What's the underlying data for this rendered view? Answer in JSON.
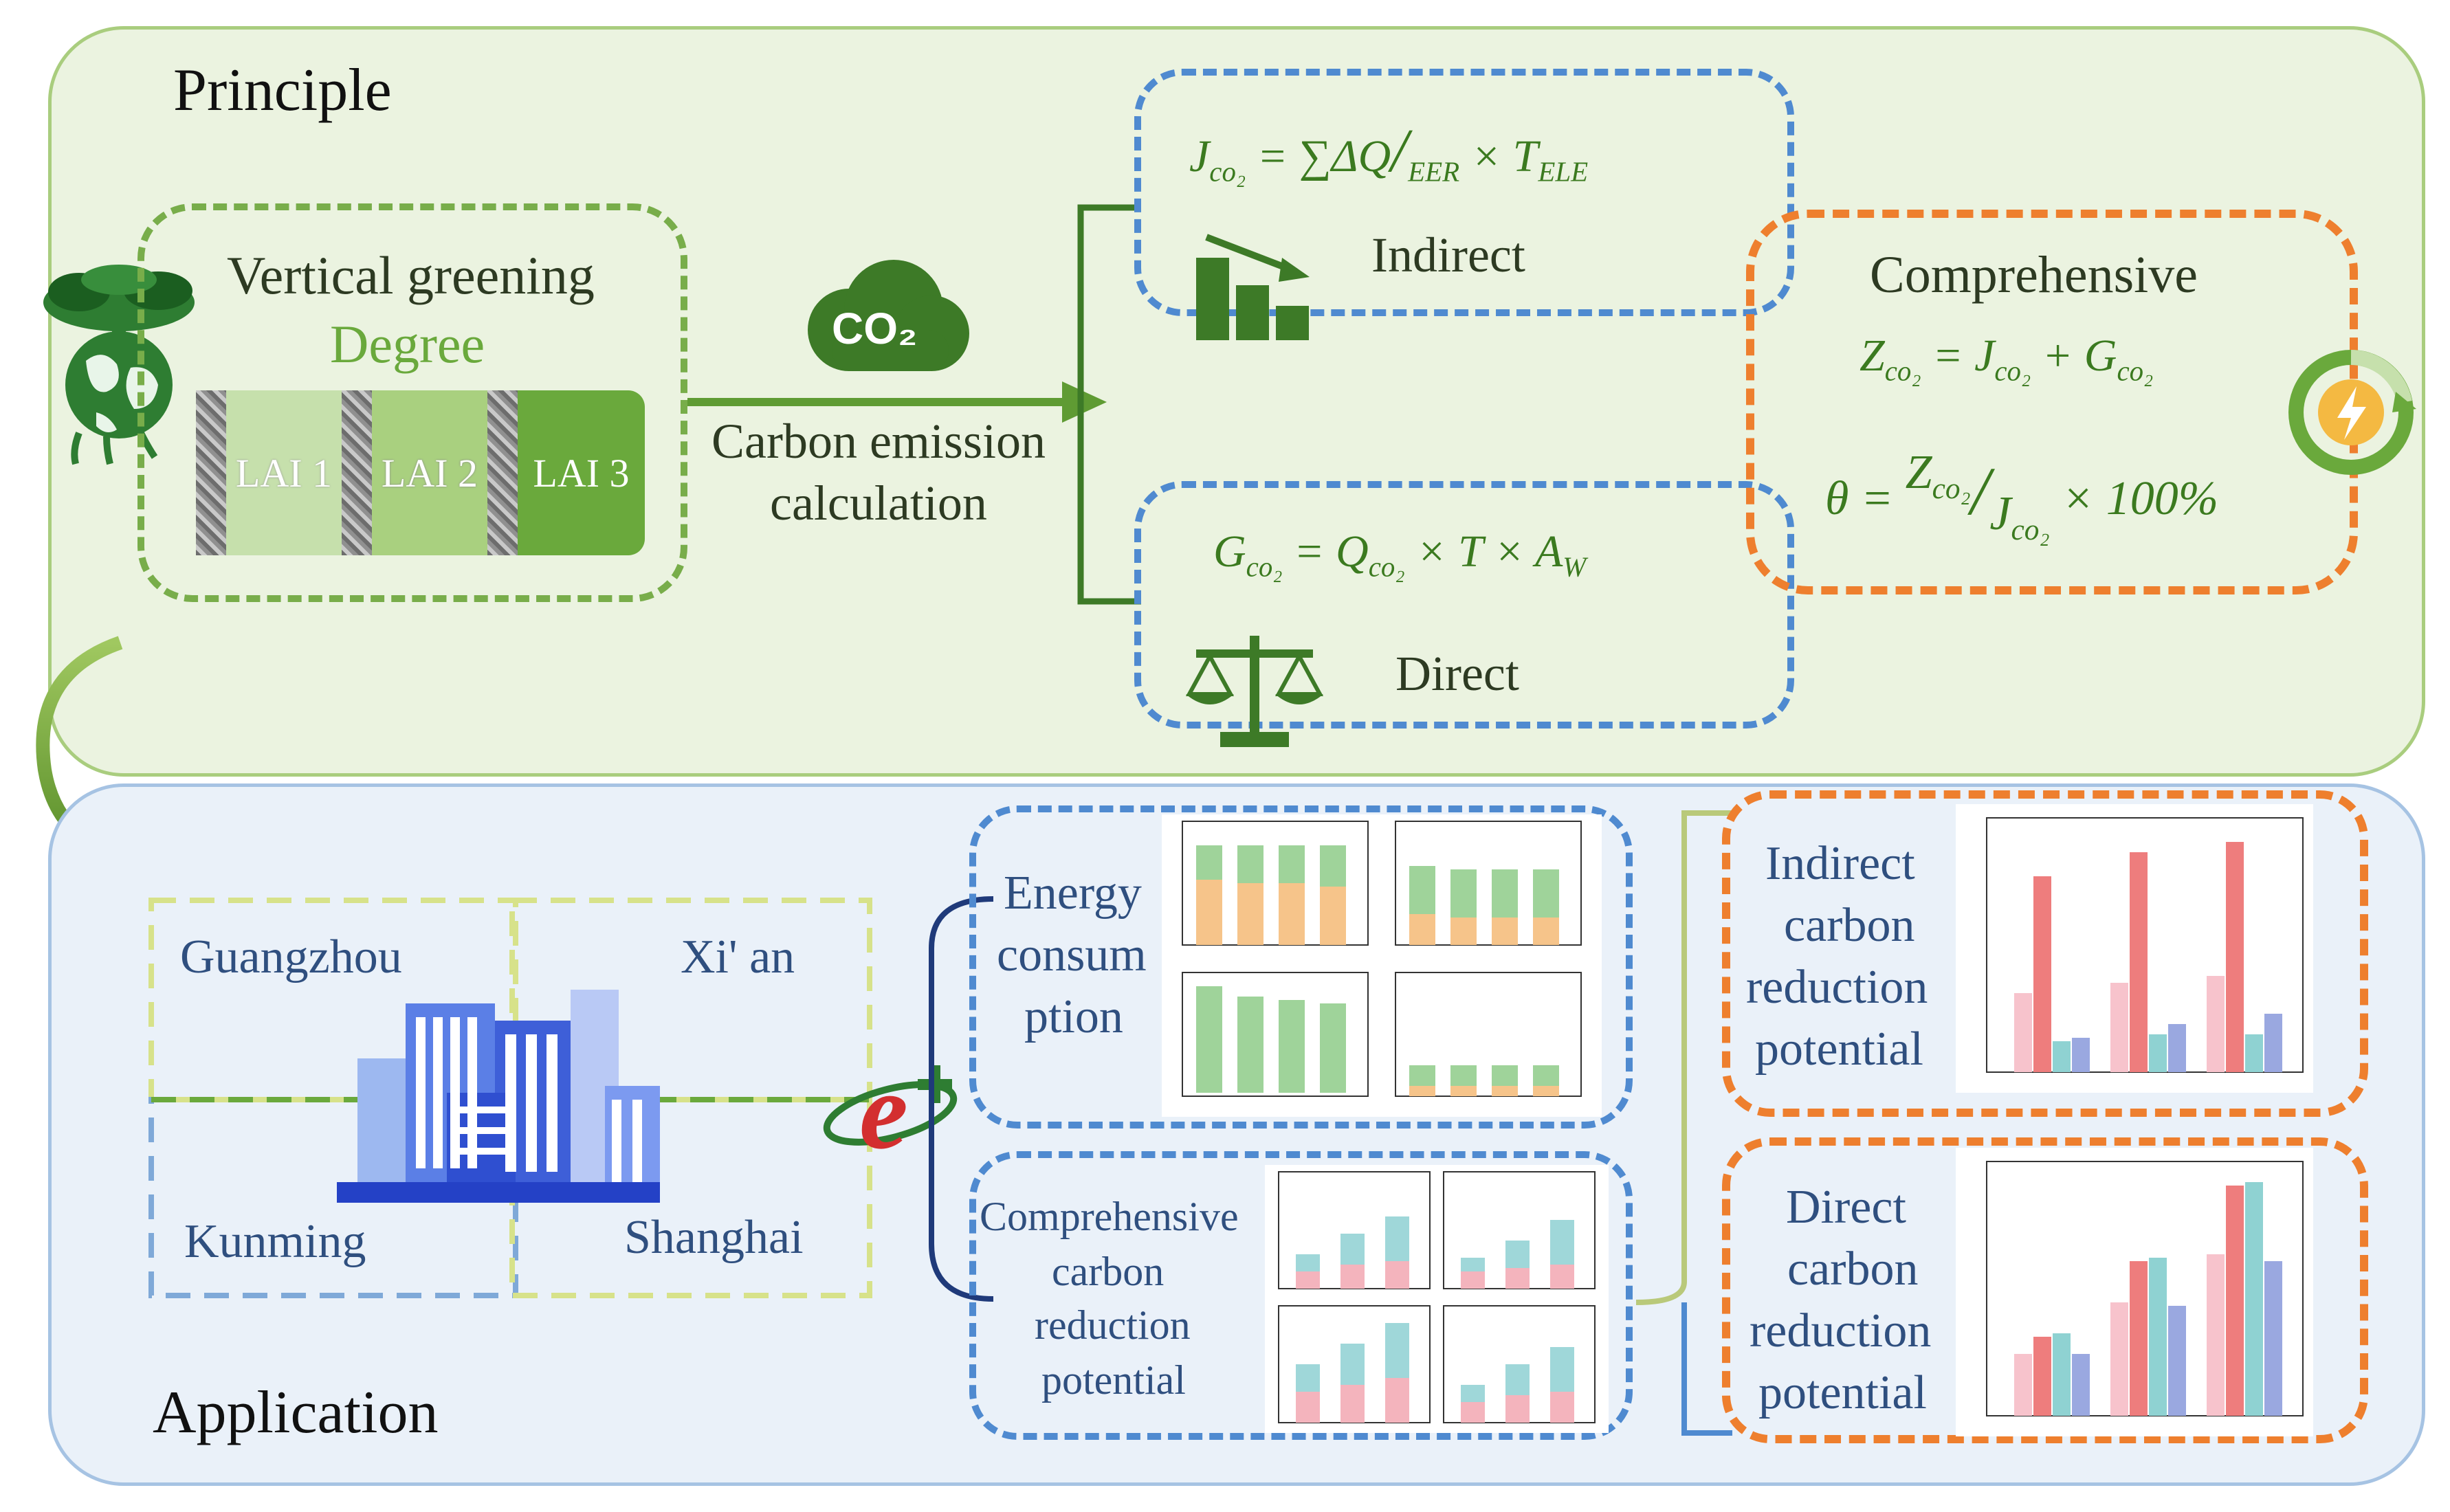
{
  "principle": {
    "title": "Principle",
    "greening": {
      "line1": "Vertical greening",
      "line2": "Degree"
    },
    "lai": [
      "LAI 1",
      "LAI 2",
      "LAI 3"
    ],
    "co2_icon_label": "CO₂",
    "calc_label": {
      "line1": "Carbon emission",
      "line2": "calculation"
    },
    "indirect": {
      "label": "Indirect",
      "eq_lhs": "J",
      "eq_lhs_sub": "co₂",
      "eq_rhs_main": " = ∑ΔQ",
      "eq_rhs_slash": "/",
      "eq_rhs_den": "EER",
      "eq_rhs_tail": " × T",
      "eq_rhs_tail_sub": "ELE"
    },
    "direct": {
      "label": "Direct",
      "eq_lhs": "G",
      "eq_lhs_sub": "co₂",
      "eq_mid": " = Q",
      "eq_mid_sub": "co₂",
      "eq_tail": " × T × A",
      "eq_tail_sub": "W"
    },
    "comprehensive": {
      "label": "Comprehensive",
      "eq1": {
        "z": "Z",
        "z_sub": "co₂",
        "eq": " = J",
        "j_sub": "co₂",
        "plus": " + G",
        "g_sub": "co₂"
      },
      "eq2": {
        "theta": "θ = ",
        "z": "Z",
        "z_sub": "co₂",
        "slash": "/",
        "j": "J",
        "j_sub": "co₂",
        "pct": " × 100%"
      }
    }
  },
  "application": {
    "title": "Application",
    "cities": [
      "Guangzhou",
      "Xi' an",
      "Kunming",
      "Shanghai"
    ],
    "energy": {
      "line1": "Energy",
      "line2": "consum",
      "line3": "ption"
    },
    "comprehensive": {
      "line1": "Comprehensive",
      "line2": "carbon",
      "line3": "reduction",
      "line4": "potential"
    },
    "indirect": {
      "line1": "Indirect",
      "line2": "carbon",
      "line3": "reduction",
      "line4": "potential"
    },
    "direct": {
      "line1": "Direct",
      "line2": "carbon",
      "line3": "reduction",
      "line4": "potential"
    }
  },
  "colors": {
    "green_dark": "#3b7a1f",
    "green_mid": "#78ad4a",
    "blue_dash": "#4f8ad0",
    "orange_dash": "#ee7f2e",
    "lai1": "#c6e0ac",
    "lai2": "#a9d07f",
    "lai3": "#6aa93c"
  },
  "icons": [
    "earth-tree-icon",
    "co2-cloud-icon",
    "bar-decline-icon",
    "balance-scale-icon",
    "energy-cycle-icon",
    "city-buildings-icon",
    "e-plus-logo-icon"
  ]
}
